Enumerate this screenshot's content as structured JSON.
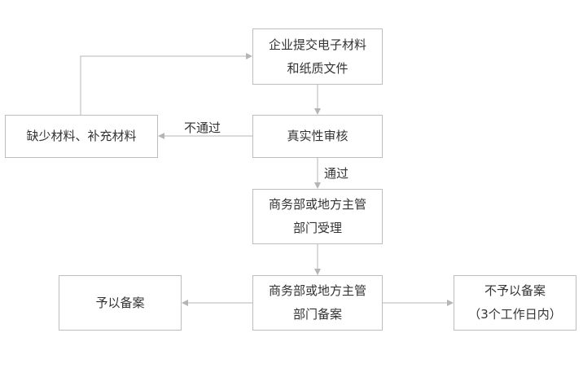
{
  "nodes": {
    "submit": {
      "lines": [
        "企业提交电子材料",
        "和纸质文件"
      ]
    },
    "supplement": {
      "lines": [
        "缺少材料、补充材料"
      ]
    },
    "verify": {
      "lines": [
        "真实性审核"
      ]
    },
    "accept": {
      "lines": [
        "商务部或地方主管",
        "部门受理"
      ]
    },
    "record": {
      "lines": [
        "商务部或地方主管",
        "部门备案"
      ]
    },
    "approve": {
      "lines": [
        "予以备案"
      ]
    },
    "reject": {
      "lines": [
        "不予以备案",
        "（3个工作日内）"
      ]
    }
  },
  "edges": {
    "fail_label": "不通过",
    "pass_label": "通过"
  },
  "colors": {
    "border": "#bdbdbd",
    "line": "#b5b5b5",
    "text": "#333333"
  }
}
